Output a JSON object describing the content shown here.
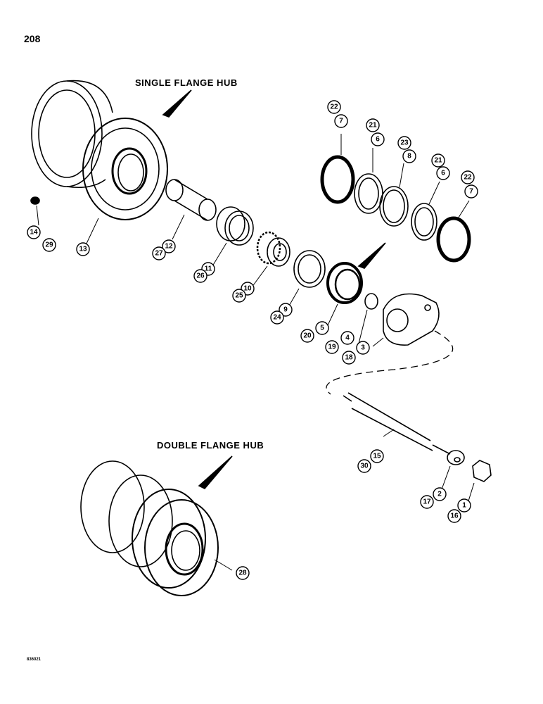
{
  "page_number": "208",
  "titles": {
    "single": "SINGLE FLANGE HUB",
    "double": "DOUBLE FLANGE HUB"
  },
  "figure_code": "836021",
  "callouts": [
    "22",
    "7",
    "21",
    "6",
    "23",
    "8",
    "21",
    "6",
    "22",
    "7",
    "14",
    "29",
    "13",
    "12",
    "27",
    "11",
    "26",
    "10",
    "25",
    "9",
    "24",
    "5",
    "20",
    "4",
    "19",
    "3",
    "18",
    "15",
    "30",
    "2",
    "17",
    "1",
    "16",
    "28"
  ]
}
